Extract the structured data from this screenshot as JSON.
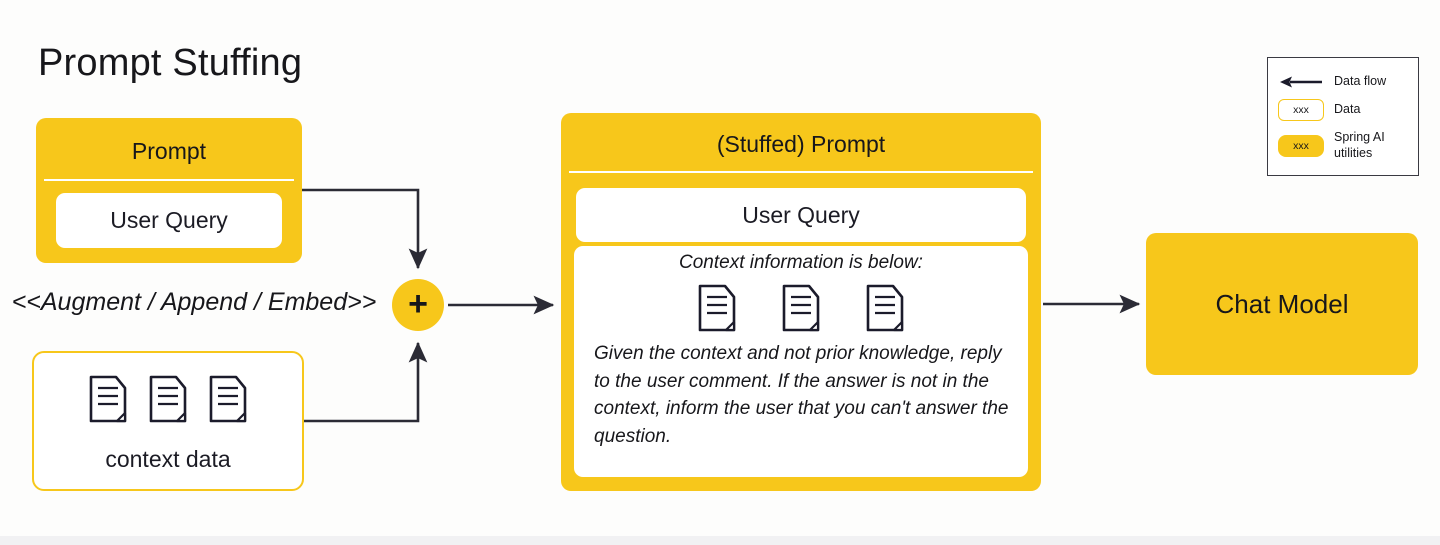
{
  "page": {
    "title": "Prompt Stuffing",
    "accent_color": "#F7C71B",
    "line_color": "#2b2b35",
    "background_color": "#fdfdfc"
  },
  "prompt_box": {
    "title": "Prompt",
    "user_query_label": "User Query"
  },
  "augment_label": "<<Augment / Append / Embed>>",
  "context_data_box": {
    "label": "context data",
    "doc_icons": [
      "document-icon",
      "document-icon",
      "document-icon"
    ]
  },
  "combiner": {
    "glyph": "+",
    "name": "plus-combiner"
  },
  "stuffed_prompt_box": {
    "title": "(Stuffed) Prompt",
    "user_query_label": "User Query",
    "context_info_label": "Context information is below:",
    "doc_icons": [
      "document-icon",
      "document-icon",
      "document-icon"
    ],
    "instruction_text": "Given the context and not prior knowledge, reply to the user comment. If the answer is not in the context, inform the user that you can't answer the question."
  },
  "chat_model_box": {
    "label": "Chat Model"
  },
  "legend": {
    "rows": [
      {
        "icon": "left-arrow-icon",
        "label": "Data flow",
        "swatch_text": ""
      },
      {
        "icon": "data-swatch",
        "label": "Data",
        "swatch_text": "xxx"
      },
      {
        "icon": "utility-swatch",
        "label": "Spring AI\nutilities",
        "swatch_text": "xxx"
      }
    ]
  }
}
